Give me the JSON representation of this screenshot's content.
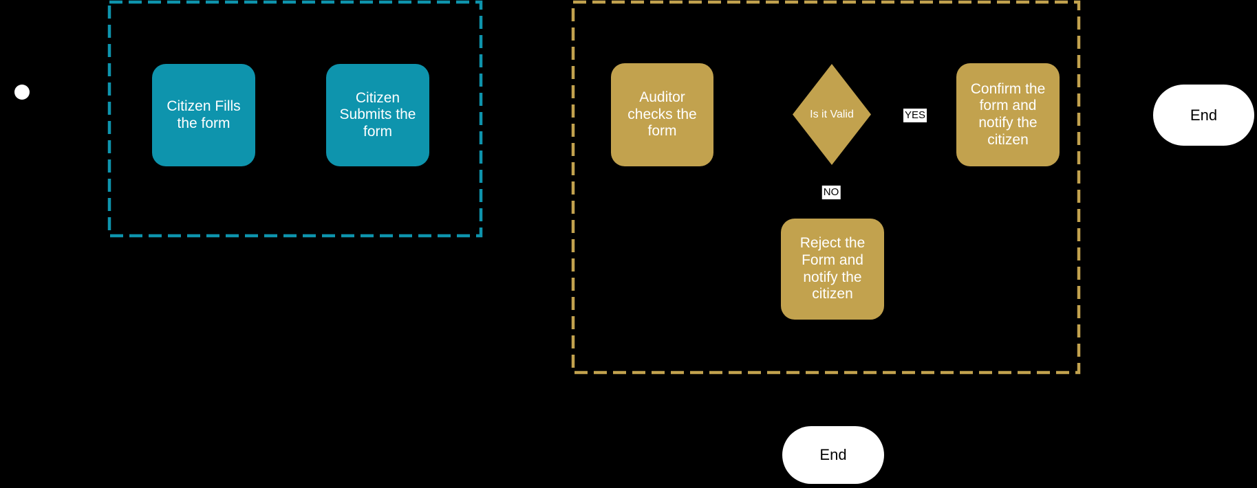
{
  "colors": {
    "background": "#000000",
    "citizen_accent": "#0E94AD",
    "auditor_accent": "#C2A24E",
    "node_text": "#FFFFFF",
    "terminal_fill": "#FFFFFF",
    "terminal_text": "#000000",
    "edge_label_bg": "#FFFFFF",
    "edge_label_text": "#000000"
  },
  "flowchart": {
    "start_node": {
      "type": "start-circle"
    },
    "lanes": {
      "citizen": {
        "accent_color": "#0E94AD",
        "nodes": [
          {
            "label": "Citizen Fills the form"
          },
          {
            "label": "Citizen Submits the form"
          }
        ]
      },
      "auditor": {
        "accent_color": "#C2A24E",
        "nodes": [
          {
            "label": "Auditor checks the form"
          },
          {
            "label": "Is it Valid",
            "type": "decision"
          },
          {
            "label": "Confirm the form and notify the citizen"
          },
          {
            "label": "Reject the Form and notify the citizen"
          }
        ]
      }
    },
    "edge_labels": [
      {
        "text": "YES"
      },
      {
        "text": "NO"
      }
    ],
    "end_nodes": [
      {
        "label": "End"
      },
      {
        "label": "End"
      }
    ]
  }
}
